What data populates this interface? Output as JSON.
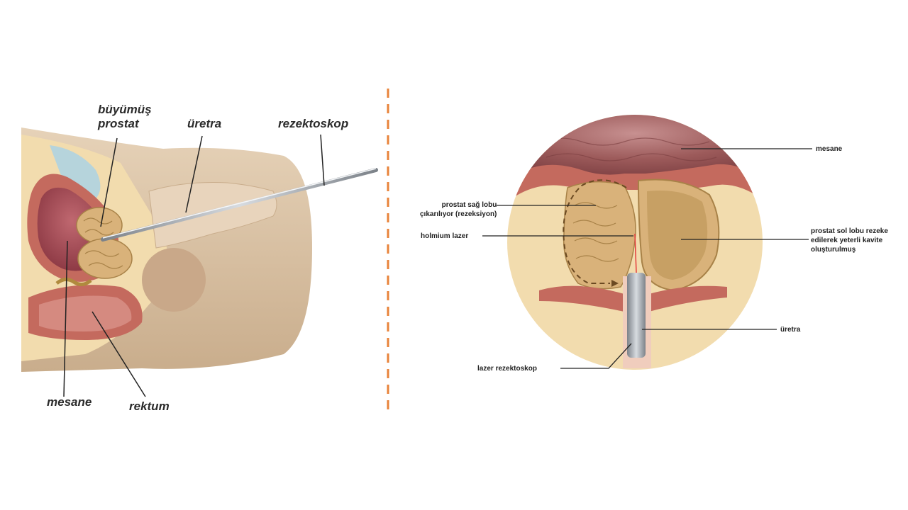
{
  "left_panel": {
    "labels": {
      "enlarged_prostate_line1": "büyümüş",
      "enlarged_prostate_line2": "prostat",
      "urethra": "üretra",
      "resectoscope": "rezektoskop",
      "bladder": "mesane",
      "rectum": "rektum"
    }
  },
  "right_panel": {
    "labels": {
      "bladder": "mesane",
      "right_lobe_line1": "prostat sağ lobu",
      "right_lobe_line2": "çıkarılıyor (rezeksiyon)",
      "holmium_laser": "holmium lazer",
      "left_lobe_line1": "prostat sol lobu rezeke",
      "left_lobe_line2": "edilerek yeterli kavite",
      "left_lobe_line3": "oluşturulmuş",
      "urethra": "üretra",
      "laser_resectoscope": "lazer rezektoskop"
    }
  },
  "colors": {
    "divider": "#e8833a",
    "skin": "#dcc4a6",
    "tissue": "#f2dcae",
    "muscle": "#c46a5e",
    "prostate": "#d9b27a",
    "bladder_inner": "#b05560",
    "instrument": "#9aa0a6"
  }
}
